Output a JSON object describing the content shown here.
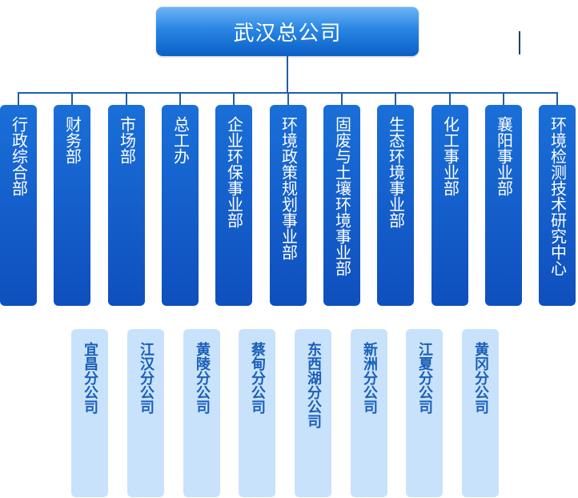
{
  "root": {
    "label": "武汉总公司"
  },
  "departments": [
    {
      "label": "行政综合部"
    },
    {
      "label": "财务部"
    },
    {
      "label": "市场部"
    },
    {
      "label": "总工办"
    },
    {
      "label": "企业环保事业部"
    },
    {
      "label": "环境政策规划事业部"
    },
    {
      "label": "固废与土壤环境事业部"
    },
    {
      "label": "生态环境事业部"
    },
    {
      "label": "化工事业部"
    },
    {
      "label": "襄阳事业部"
    },
    {
      "label": "环境检测技术研究中心"
    }
  ],
  "branches": [
    {
      "label": "宜昌分公司"
    },
    {
      "label": "江汉分公司"
    },
    {
      "label": "黄陵分公司"
    },
    {
      "label": "蔡甸分公司"
    },
    {
      "label": "东西湖分公司"
    },
    {
      "label": "新洲分公司"
    },
    {
      "label": "江夏分公司"
    },
    {
      "label": "黄冈分公司"
    }
  ],
  "colors": {
    "root_gradient_top": "#6db6f5",
    "root_gradient_bottom": "#0b5fc7",
    "department_fill": "#1565d0",
    "branch_fill": "#c9e2fb",
    "branch_text": "#1b5fb8",
    "connector": "#1f5fa9"
  }
}
